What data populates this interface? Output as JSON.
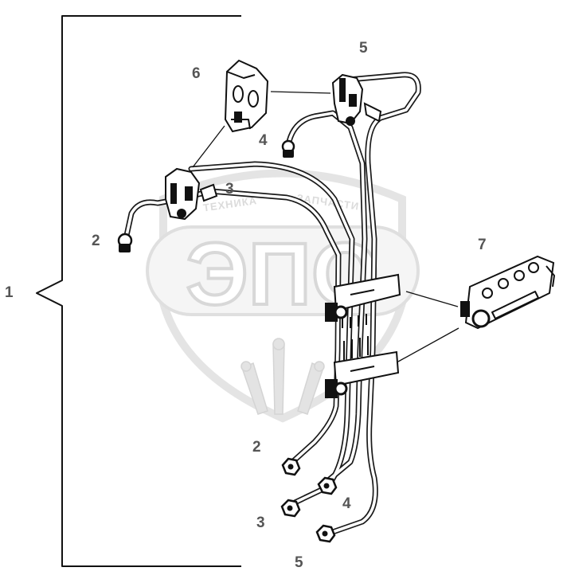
{
  "callouts": {
    "assembly": "1",
    "pipe_2_top": "2",
    "pipe_3_top": "3",
    "pipe_4_top": "4",
    "pipe_5_top": "5",
    "clamp_6": "6",
    "bracket_7": "7",
    "pipe_2_bottom": "2",
    "pipe_3_bottom": "3",
    "pipe_4_bottom": "4",
    "pipe_5_bottom": "5"
  },
  "watermark": {
    "logo_text": "ЭПО",
    "arc_left": "ТЕХНИКА",
    "arc_right": "ЗАПЧАСТИ"
  },
  "colors": {
    "line": "#111111",
    "callout_text": "#555555",
    "watermark": "#d8d8d8"
  }
}
